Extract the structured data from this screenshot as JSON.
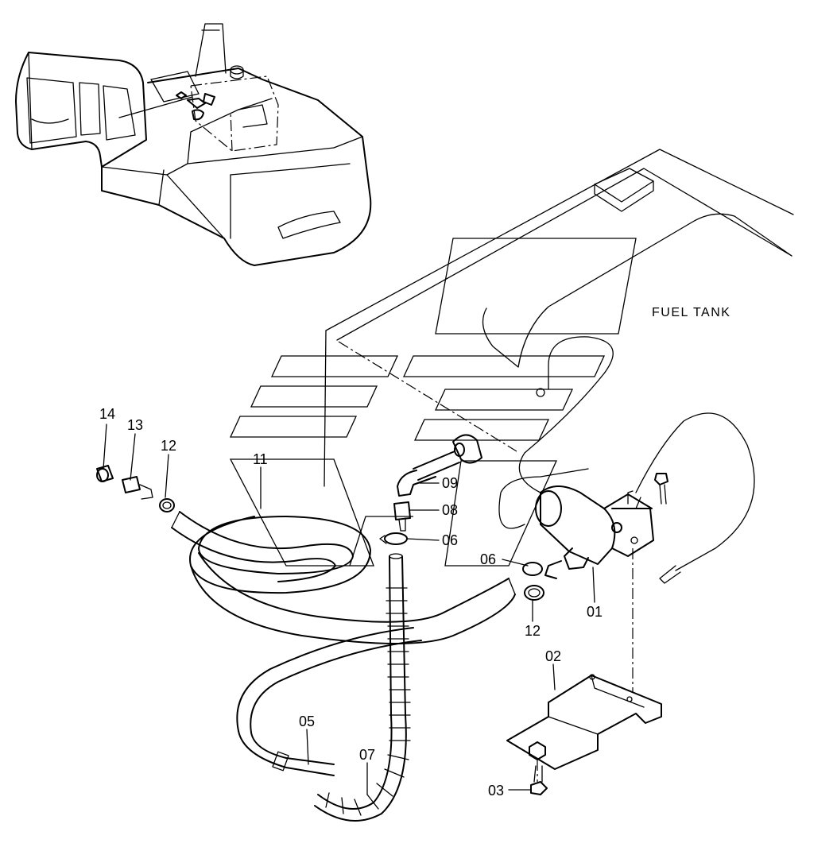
{
  "diagram": {
    "tank_label": "FUEL TANK",
    "parts": {
      "p01": "01",
      "p02": "02",
      "p03": "03",
      "p05": "05",
      "p06a": "06",
      "p06b": "06",
      "p07": "07",
      "p08": "08",
      "p09": "09",
      "p11": "11",
      "p12a": "12",
      "p12b": "12",
      "p13": "13",
      "p14": "14"
    }
  }
}
